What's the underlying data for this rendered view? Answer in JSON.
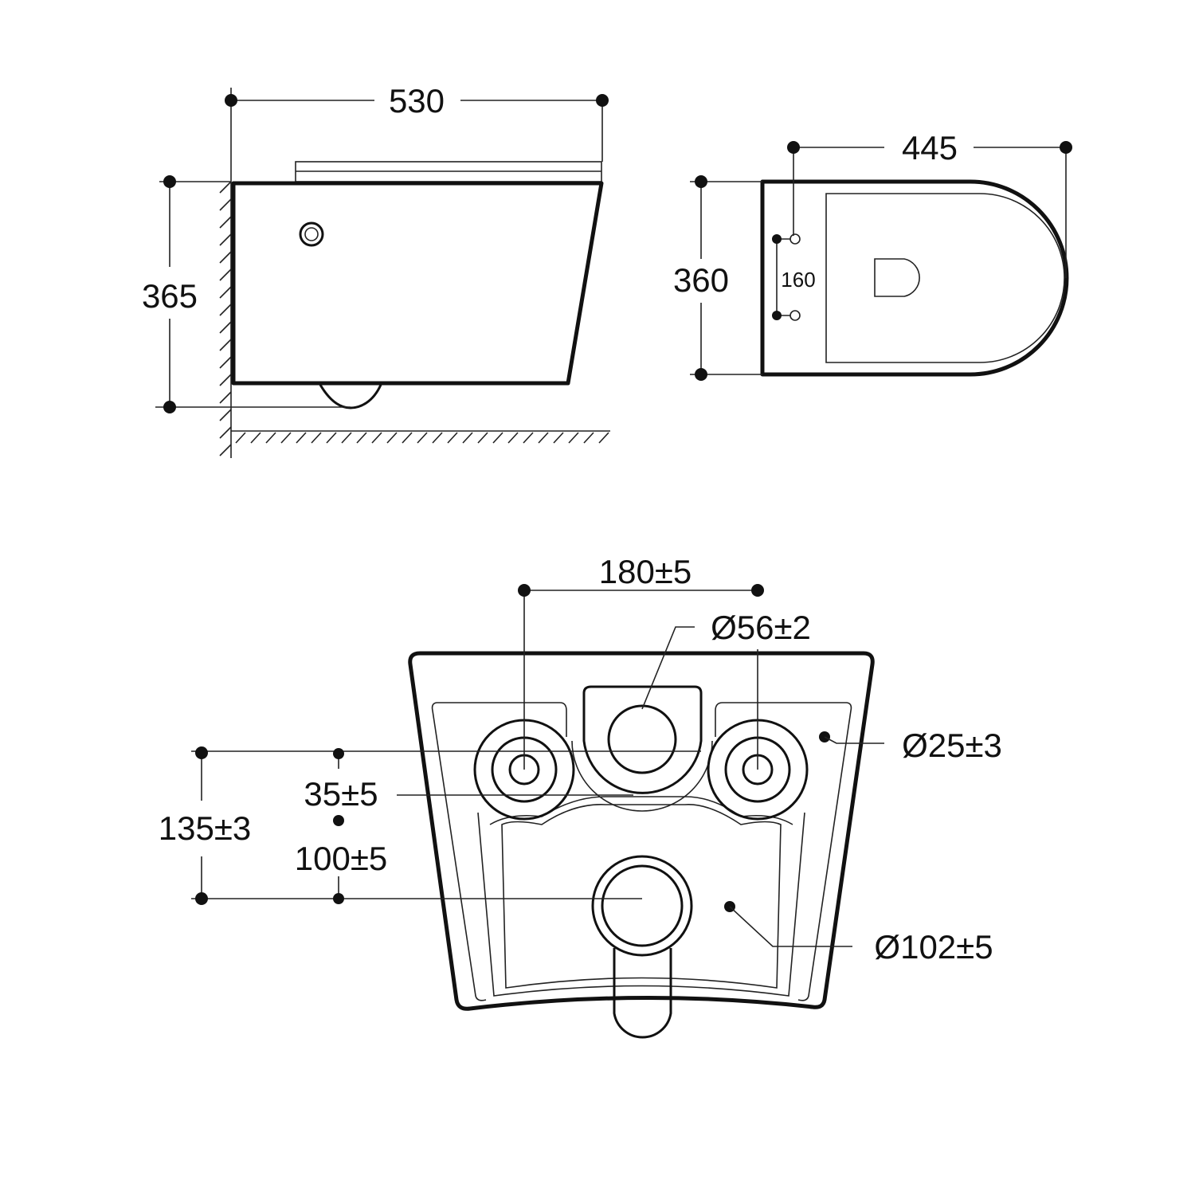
{
  "side_view": {
    "width_label": "530",
    "height_label": "365"
  },
  "top_view": {
    "depth_label": "445",
    "width_label": "360",
    "bolt_spacing_label": "160"
  },
  "rear_view": {
    "bolt_spacing_label": "180±5",
    "inlet_diameter_label": "Ø56±2",
    "bolt_hole_diameter_label": "Ø25±3",
    "inlet_offset_label": "35±5",
    "outlet_height_label": "135±3",
    "outlet_offset_label": "100±5",
    "outlet_diameter_label": "Ø102±5"
  },
  "colors": {
    "line": "#111111",
    "background": "#ffffff"
  }
}
